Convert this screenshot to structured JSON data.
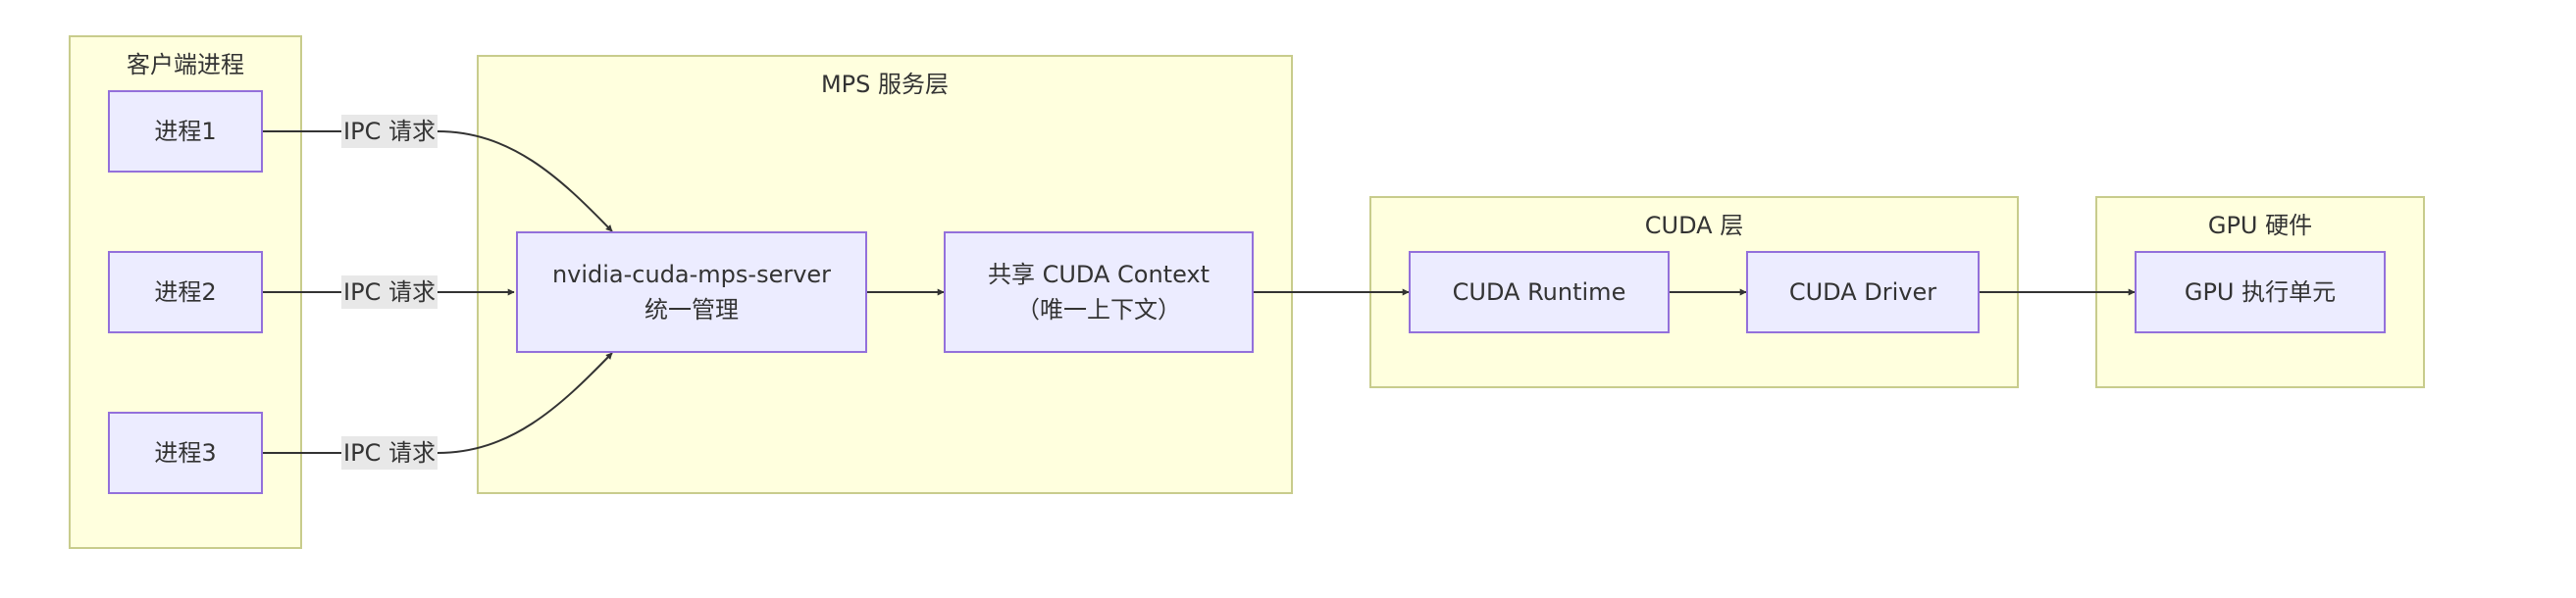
{
  "clusters": {
    "client": {
      "title": "客户端进程"
    },
    "mps": {
      "title": "MPS 服务层"
    },
    "cuda": {
      "title": "CUDA 层"
    },
    "gpu": {
      "title": "GPU 硬件"
    }
  },
  "nodes": {
    "process1": {
      "label": "进程1"
    },
    "process2": {
      "label": "进程2"
    },
    "process3": {
      "label": "进程3"
    },
    "mps_server": {
      "line1": "nvidia-cuda-mps-server",
      "line2": "统一管理"
    },
    "shared_context": {
      "line1": "共享 CUDA Context",
      "line2": "（唯一上下文）"
    },
    "cuda_runtime": {
      "label": "CUDA Runtime"
    },
    "cuda_driver": {
      "label": "CUDA Driver"
    },
    "gpu_units": {
      "label": "GPU 执行单元"
    }
  },
  "edge_labels": {
    "ipc1": "IPC 请求",
    "ipc2": "IPC 请求",
    "ipc3": "IPC 请求"
  },
  "colors": {
    "cluster_fill": "#ffffde",
    "cluster_border": "#c8cc8c",
    "node_fill": "#ececff",
    "node_border": "#9370db",
    "edge": "#333333",
    "edge_label_bg": "#e8e8e8"
  }
}
